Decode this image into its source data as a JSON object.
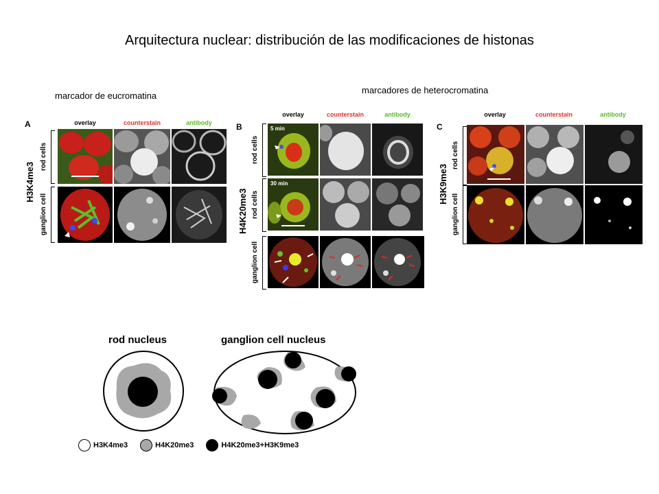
{
  "title": "Arquitectura nuclear: distribución de las modificaciones de histonas",
  "captions": {
    "euchromatin": "marcador de eucromatina",
    "heterochromatin": "marcadores de heterocromatina"
  },
  "panels": {
    "A": {
      "letter": "A",
      "mark": "H3K4me3",
      "rows": [
        "rod cells",
        "ganglion cell"
      ]
    },
    "B": {
      "letter": "B",
      "mark": "H4K20me3",
      "rows": [
        "rod cells",
        "rod cells",
        "ganglion cell"
      ],
      "times": [
        "5 min",
        "30 min"
      ]
    },
    "C": {
      "letter": "C",
      "mark": "H3K9me3",
      "rows": [
        "rod cells",
        "ganglion cell"
      ]
    }
  },
  "columns": [
    "overlay",
    "counterstain",
    "antibody"
  ],
  "column_colors": {
    "overlay": "#000000",
    "counterstain": "#e0302a",
    "antibody": "#5cb82a"
  },
  "diagram": {
    "rod_title": "rod nucleus",
    "ganglion_title": "ganglion cell nucleus"
  },
  "legend": [
    {
      "label": "H3K4me3",
      "color": "#ffffff"
    },
    {
      "label": "H4K20me3",
      "color": "#a8a8a8"
    },
    {
      "label": "H4K20me3+H3K9me3",
      "color": "#000000"
    }
  ]
}
